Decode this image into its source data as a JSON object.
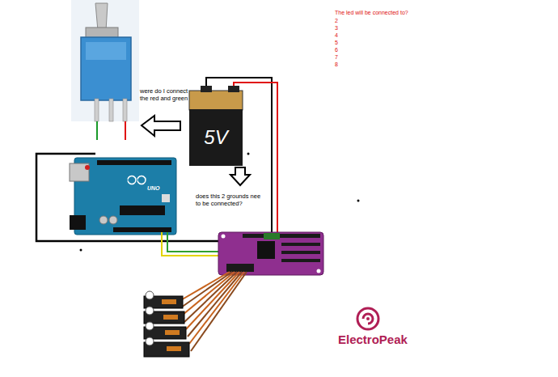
{
  "diagram": {
    "nodes": [
      {
        "text": [
          "5V"
        ]
      }
    ],
    "labels": [
      "were do I connect the red and green",
      "does this 2 grounds nee to be connected?",
      "The led will be connected to?",
      "2",
      "3",
      "4",
      "5",
      "6",
      "7",
      "8",
      "UNO",
      "ElectroPeak"
    ]
  }
}
